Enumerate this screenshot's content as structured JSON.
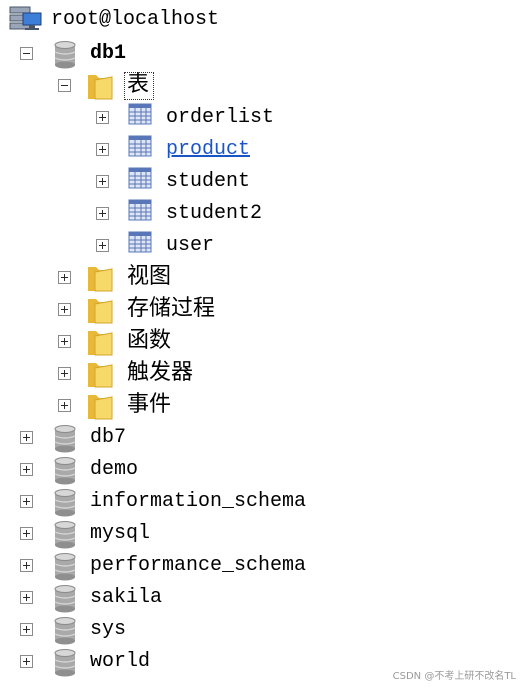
{
  "tree": {
    "server": {
      "label": "root@localhost",
      "icon": "server-icon"
    },
    "db1": {
      "label": "db1",
      "expanded": true,
      "icon": "database-icon",
      "tables_folder": {
        "label": "表",
        "expanded": true,
        "icon": "folder-icon",
        "tables": [
          "orderlist",
          "product",
          "student",
          "student2",
          "user"
        ],
        "selected": "product"
      },
      "folders": [
        "视图",
        "存储过程",
        "函数",
        "触发器",
        "事件"
      ]
    },
    "databases": [
      "db7",
      "demo",
      "information_schema",
      "mysql",
      "performance_schema",
      "sakila",
      "sys",
      "world"
    ]
  },
  "watermark": "CSDN @不考上研不改名TL",
  "colors": {
    "link": "#1a55c8",
    "folder": "#f2c84b",
    "table_icon": "#5876b8"
  }
}
